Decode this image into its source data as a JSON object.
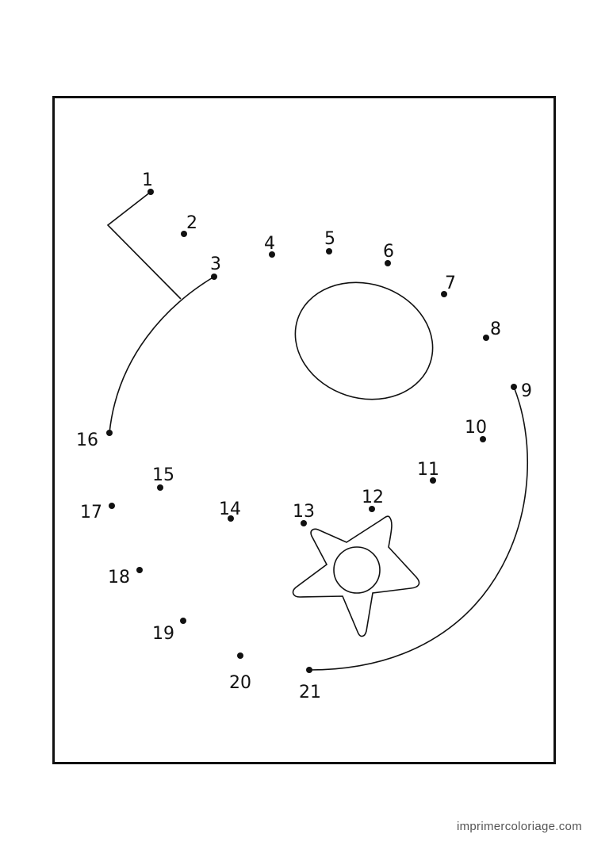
{
  "colors": {
    "ink": "#111111",
    "footer_text": "#555555",
    "background": "#ffffff"
  },
  "dot_labels": [
    "1",
    "2",
    "3",
    "4",
    "5",
    "6",
    "7",
    "8",
    "9",
    "10",
    "11",
    "12",
    "13",
    "14",
    "15",
    "16",
    "17",
    "18",
    "19",
    "20",
    "21"
  ],
  "footer": {
    "site": "imprimercoloriage.com"
  }
}
